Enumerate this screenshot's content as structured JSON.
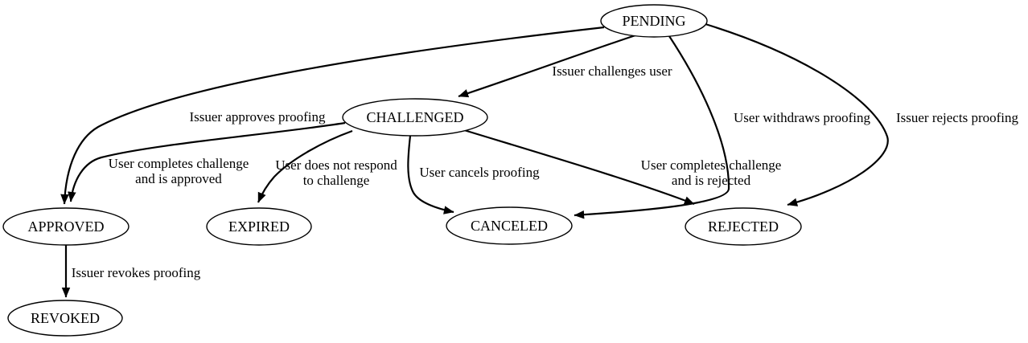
{
  "diagram": {
    "type": "state-transition-diagram",
    "colors": {
      "background": "#ffffff",
      "stroke": "#000000",
      "text": "#000000"
    },
    "nodes": {
      "pending": {
        "label": "PENDING"
      },
      "challenged": {
        "label": "CHALLENGED"
      },
      "approved": {
        "label": "APPROVED"
      },
      "expired": {
        "label": "EXPIRED"
      },
      "canceled": {
        "label": "CANCELED"
      },
      "rejected": {
        "label": "REJECTED"
      },
      "revoked": {
        "label": "REVOKED"
      }
    },
    "edges": [
      {
        "from": "PENDING",
        "to": "APPROVED",
        "label_lines": [
          "Issuer approves proofing"
        ]
      },
      {
        "from": "PENDING",
        "to": "CHALLENGED",
        "label_lines": [
          "Issuer challenges user"
        ]
      },
      {
        "from": "PENDING",
        "to": "CANCELED",
        "label_lines": [
          "User withdraws proofing"
        ]
      },
      {
        "from": "PENDING",
        "to": "REJECTED",
        "label_lines": [
          "Issuer rejects proofing"
        ]
      },
      {
        "from": "CHALLENGED",
        "to": "APPROVED",
        "label_lines": [
          "User completes challenge",
          "and is approved"
        ]
      },
      {
        "from": "CHALLENGED",
        "to": "EXPIRED",
        "label_lines": [
          "User does not respond",
          "to challenge"
        ]
      },
      {
        "from": "CHALLENGED",
        "to": "CANCELED",
        "label_lines": [
          "User cancels proofing"
        ]
      },
      {
        "from": "CHALLENGED",
        "to": "REJECTED",
        "label_lines": [
          "User completes challenge",
          "and is rejected"
        ]
      },
      {
        "from": "APPROVED",
        "to": "REVOKED",
        "label_lines": [
          "Issuer revokes proofing"
        ]
      }
    ]
  }
}
